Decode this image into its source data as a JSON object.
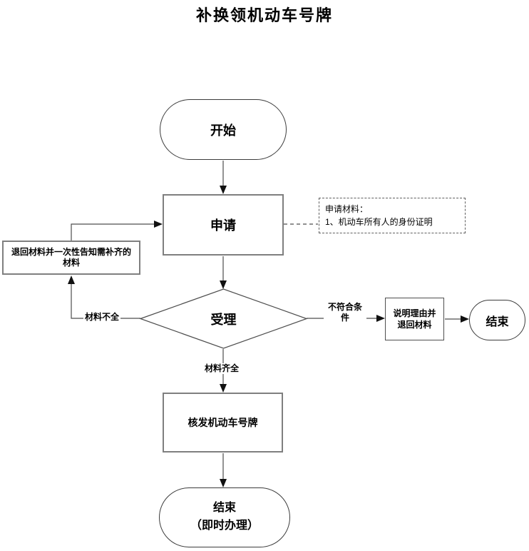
{
  "title": "补换领机动车号牌",
  "nodes": {
    "start": {
      "label": "开始",
      "type": "terminator"
    },
    "apply": {
      "label": "申请",
      "type": "process"
    },
    "materials_note": {
      "lines": [
        "申请材料：",
        "1、机动车所有人的身份证明"
      ],
      "type": "annotation"
    },
    "return_materials": {
      "lines": [
        "退回材料并一次性告知需补齐的",
        "材料"
      ],
      "type": "process"
    },
    "accept": {
      "label": "受理",
      "type": "decision"
    },
    "explain_reason": {
      "lines": [
        "说明理由并",
        "退回材料"
      ],
      "type": "process"
    },
    "end_right": {
      "label": "结束",
      "type": "terminator"
    },
    "issue_plate": {
      "label": "核发机动车号牌",
      "type": "process"
    },
    "end_final": {
      "lines": [
        "结束",
        "（即时办理）"
      ],
      "type": "terminator"
    }
  },
  "edges": {
    "incomplete_label": "材料不全",
    "not_qualified_lines": [
      "不符合条",
      "件"
    ],
    "complete_label": "材料齐全"
  },
  "connections": [
    {
      "from": "start",
      "to": "apply",
      "style": "solid-arrow"
    },
    {
      "from": "apply",
      "to": "materials_note",
      "style": "dashed"
    },
    {
      "from": "apply",
      "to": "accept",
      "style": "solid-arrow"
    },
    {
      "from": "accept",
      "to": "return_materials",
      "label": "材料不全",
      "style": "solid-arrow"
    },
    {
      "from": "return_materials",
      "to": "apply",
      "style": "solid-arrow"
    },
    {
      "from": "accept",
      "to": "explain_reason",
      "label": "不符合条件",
      "style": "solid-arrow"
    },
    {
      "from": "explain_reason",
      "to": "end_right",
      "style": "solid-arrow"
    },
    {
      "from": "accept",
      "to": "issue_plate",
      "label": "材料齐全",
      "style": "solid-arrow"
    },
    {
      "from": "issue_plate",
      "to": "end_final",
      "style": "solid-arrow"
    }
  ],
  "colors": {
    "line": "#4d4d4d",
    "arrow": "#111111",
    "box_border": "#7f7f7f",
    "terminator_border": "#3c3c3c",
    "text": "#000000",
    "background": "#ffffff"
  }
}
